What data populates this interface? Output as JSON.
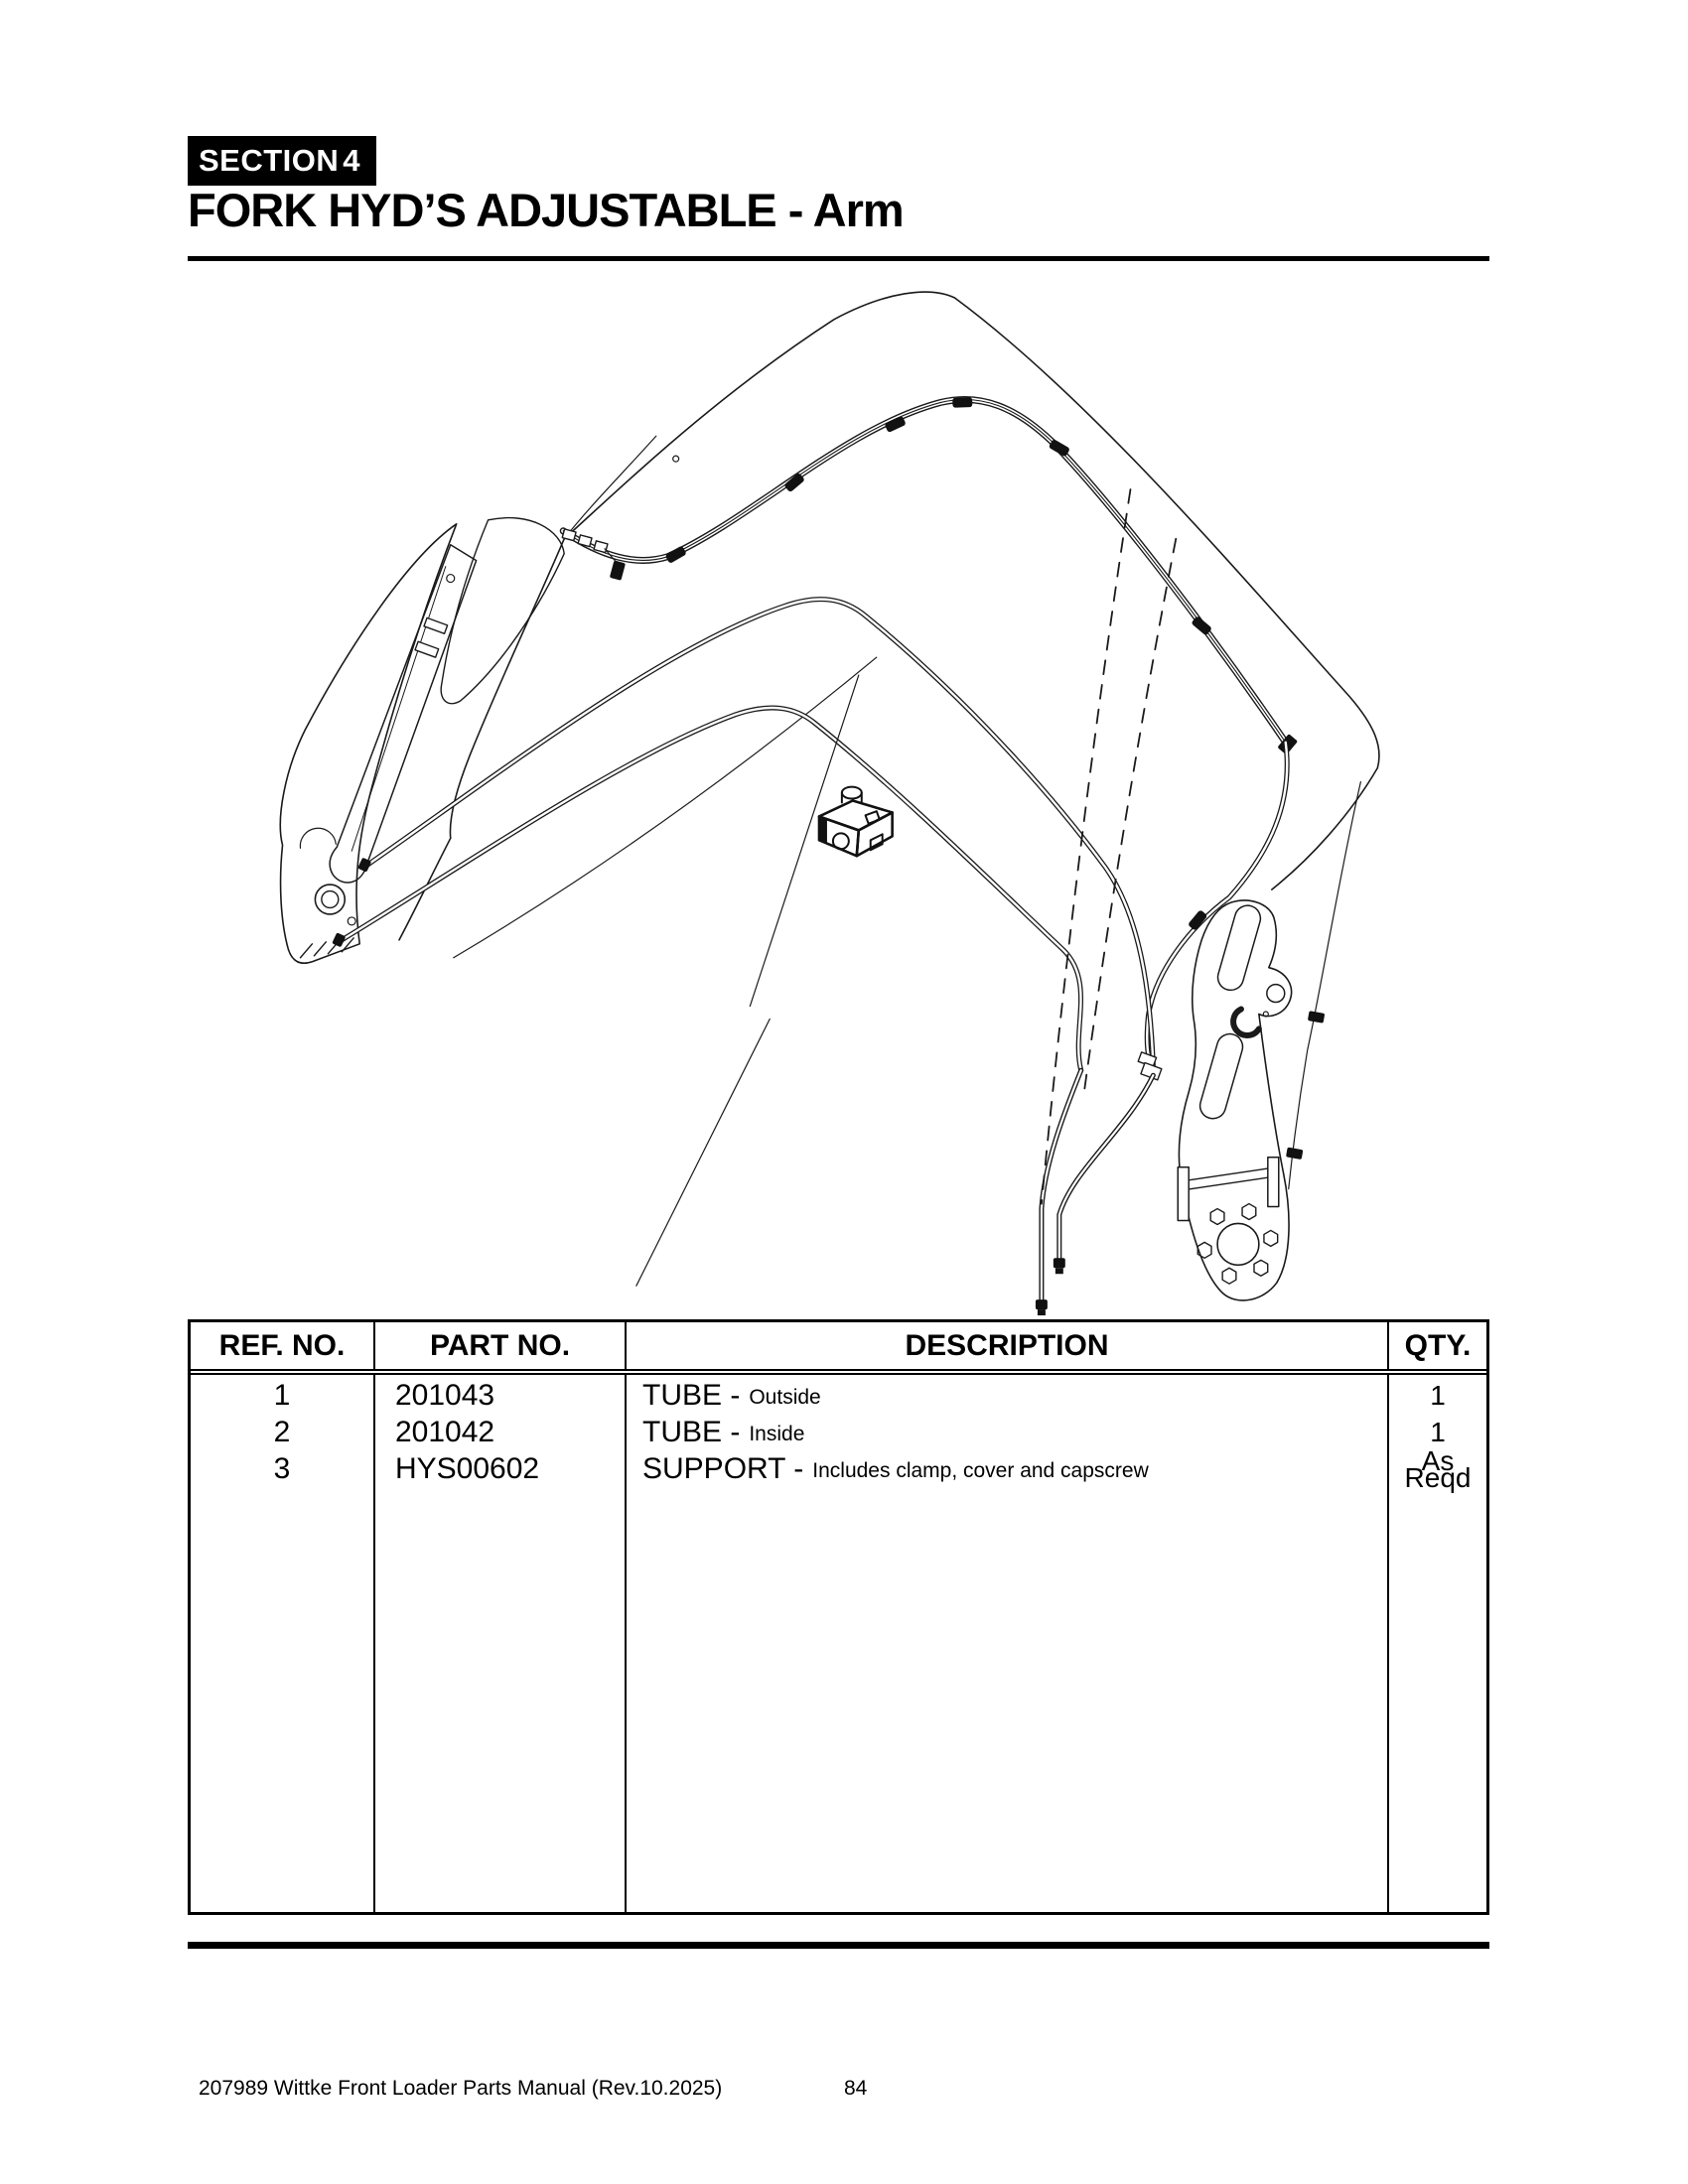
{
  "section": {
    "label": "SECTION",
    "number": "4"
  },
  "title": "FORK HYD’S ADJUSTABLE - Arm",
  "table": {
    "headers": {
      "ref": "REF. NO.",
      "part": "PART NO.",
      "desc": "DESCRIPTION",
      "qty": "QTY."
    },
    "rows": [
      {
        "ref": "1",
        "part": "201043",
        "desc_main": "TUBE -",
        "desc_sub": "Outside",
        "qty": "1"
      },
      {
        "ref": "2",
        "part": "201042",
        "desc_main": "TUBE -",
        "desc_sub": "Inside",
        "qty": "1"
      },
      {
        "ref": "3",
        "part": "HYS00602",
        "desc_main": "SUPPORT -",
        "desc_sub": "Includes clamp, cover and capscrew",
        "qty_lines": [
          "As",
          "Reqd"
        ]
      }
    ]
  },
  "footer": {
    "manual": "207989 Wittke Front Loader Parts Manual (Rev.10.2025)",
    "page": "84"
  },
  "colors": {
    "ink": "#000000",
    "paper": "#ffffff"
  }
}
